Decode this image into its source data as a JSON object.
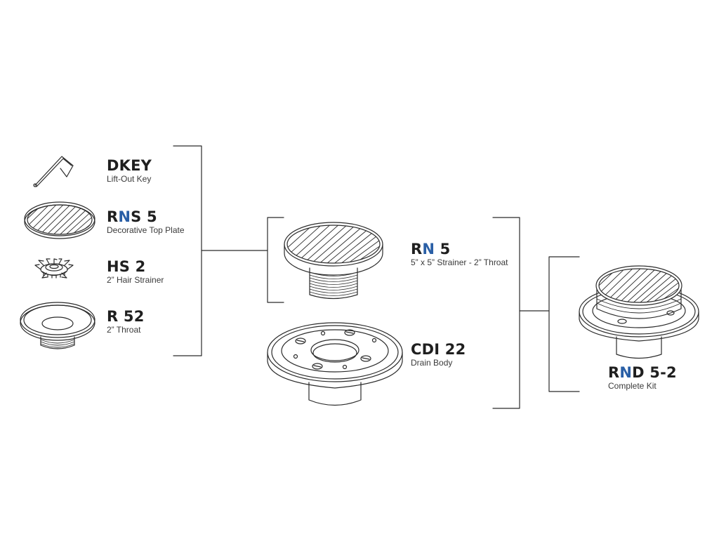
{
  "colors": {
    "accent": "#2a5fa6",
    "line": "#2b2b2b",
    "text": "#1f1f1f"
  },
  "parts": {
    "dkey": {
      "code_a": "DKEY",
      "code_accent": "",
      "code_b": "",
      "desc": "Lift-Out Key",
      "icon": "lift-out-key-icon"
    },
    "rns5": {
      "code_a": "R",
      "code_accent": "N",
      "code_b": "S 5",
      "desc": "Decorative Top Plate",
      "icon": "top-plate-icon"
    },
    "hs2": {
      "code_a": "HS 2",
      "code_accent": "",
      "code_b": "",
      "desc": "2” Hair Strainer",
      "icon": "hair-strainer-icon"
    },
    "r52": {
      "code_a": "R 52",
      "code_accent": "",
      "code_b": "",
      "desc": "2” Throat",
      "icon": "throat-icon"
    },
    "rn5": {
      "code_a": "R",
      "code_accent": "N",
      "code_b": " 5",
      "desc": "5” x 5” Strainer - 2” Throat",
      "icon": "strainer-assembly-icon"
    },
    "cdi22": {
      "code_a": "CDI 22",
      "code_accent": "",
      "code_b": "",
      "desc": "Drain Body",
      "icon": "drain-body-icon"
    },
    "rnd52": {
      "code_a": "R",
      "code_accent": "N",
      "code_b": "D 5-2",
      "desc": "Complete Kit",
      "icon": "complete-kit-icon"
    }
  }
}
